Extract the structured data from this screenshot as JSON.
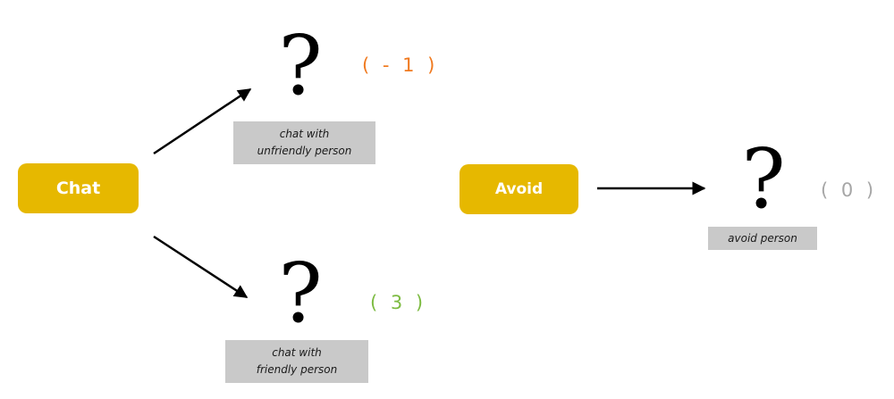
{
  "actions": {
    "chat": "Chat",
    "avoid": "Avoid"
  },
  "outcomes": {
    "top": {
      "symbol": "?",
      "line1": "chat with",
      "line2": "unfriendly person",
      "reward": "( - 1 )",
      "reward_color": "#f07a20"
    },
    "bottom": {
      "symbol": "?",
      "line1": "chat with",
      "line2": "friendly person",
      "reward": "( 3 )",
      "reward_color": "#7dbb42"
    },
    "right": {
      "symbol": "?",
      "line1": "avoid person",
      "reward": "( 0 )",
      "reward_color": "#a6a6a6"
    }
  },
  "colors": {
    "action_fill": "#e6b800",
    "action_text": "#ffffff",
    "outcome_box": "#c9c9c9",
    "arrow": "#000000"
  }
}
